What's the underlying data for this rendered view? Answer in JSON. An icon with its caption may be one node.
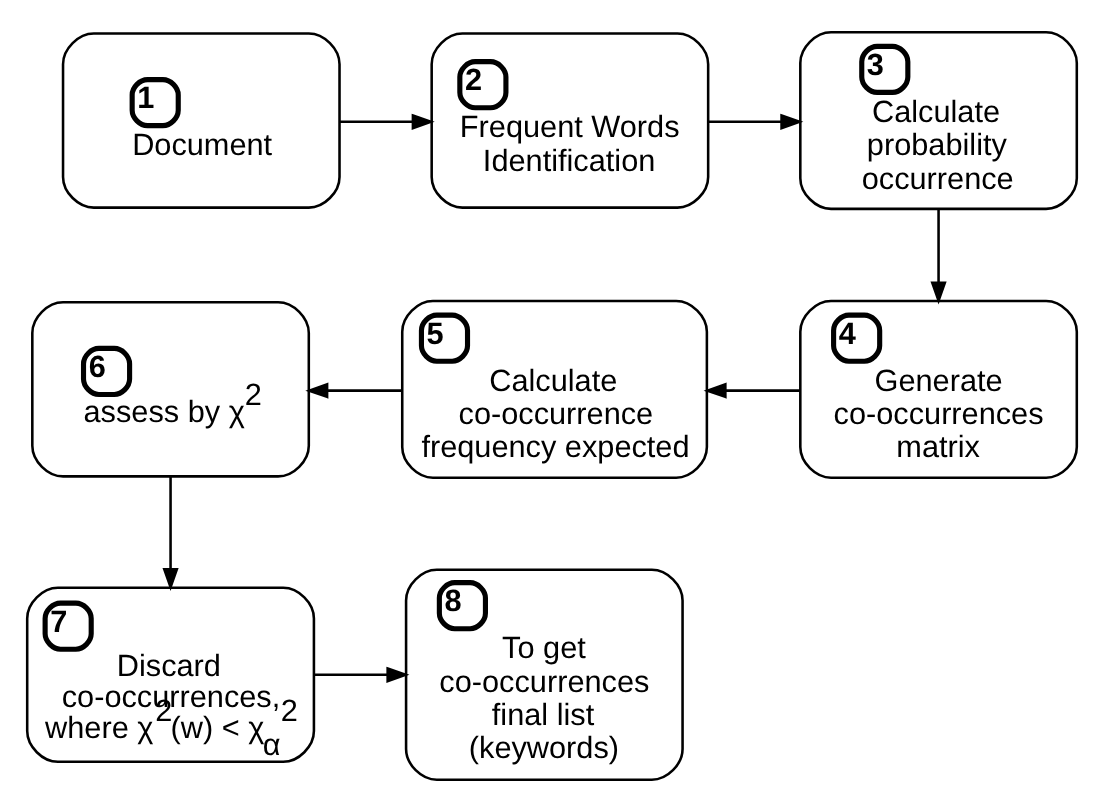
{
  "diagram": {
    "nodes": [
      {
        "text": [
          "1",
          "Document"
        ]
      },
      {
        "text": [
          "2",
          "Frequent Words Identification"
        ]
      },
      {
        "text": [
          "3",
          "Calculate probability occurrence"
        ]
      },
      {
        "text": [
          "4",
          "Generate co-occurrences matrix"
        ]
      },
      {
        "text": [
          "5",
          "Calculate co-occurrence frequency expected"
        ]
      },
      {
        "text": [
          "6",
          "assess by χ$^{2}$"
        ]
      },
      {
        "text": [
          "7",
          "Discard co-occurrences, where χ$^{2}$(w) < χ$_{α}$$^{2}$"
        ]
      },
      {
        "text": [
          "8",
          "To get co-occurrences final list (keywords)"
        ]
      }
    ],
    "edges": [
      {
        "from": 0,
        "to": 1,
        "arrow": "to"
      },
      {
        "from": 1,
        "to": 2,
        "arrow": "to"
      },
      {
        "from": 2,
        "to": 3,
        "arrow": "to"
      },
      {
        "from": 3,
        "to": 4,
        "arrow": "to"
      },
      {
        "from": 4,
        "to": 5,
        "arrow": "to"
      },
      {
        "from": 5,
        "to": 6,
        "arrow": "to"
      },
      {
        "from": 6,
        "to": 7,
        "arrow": "to"
      }
    ]
  }
}
